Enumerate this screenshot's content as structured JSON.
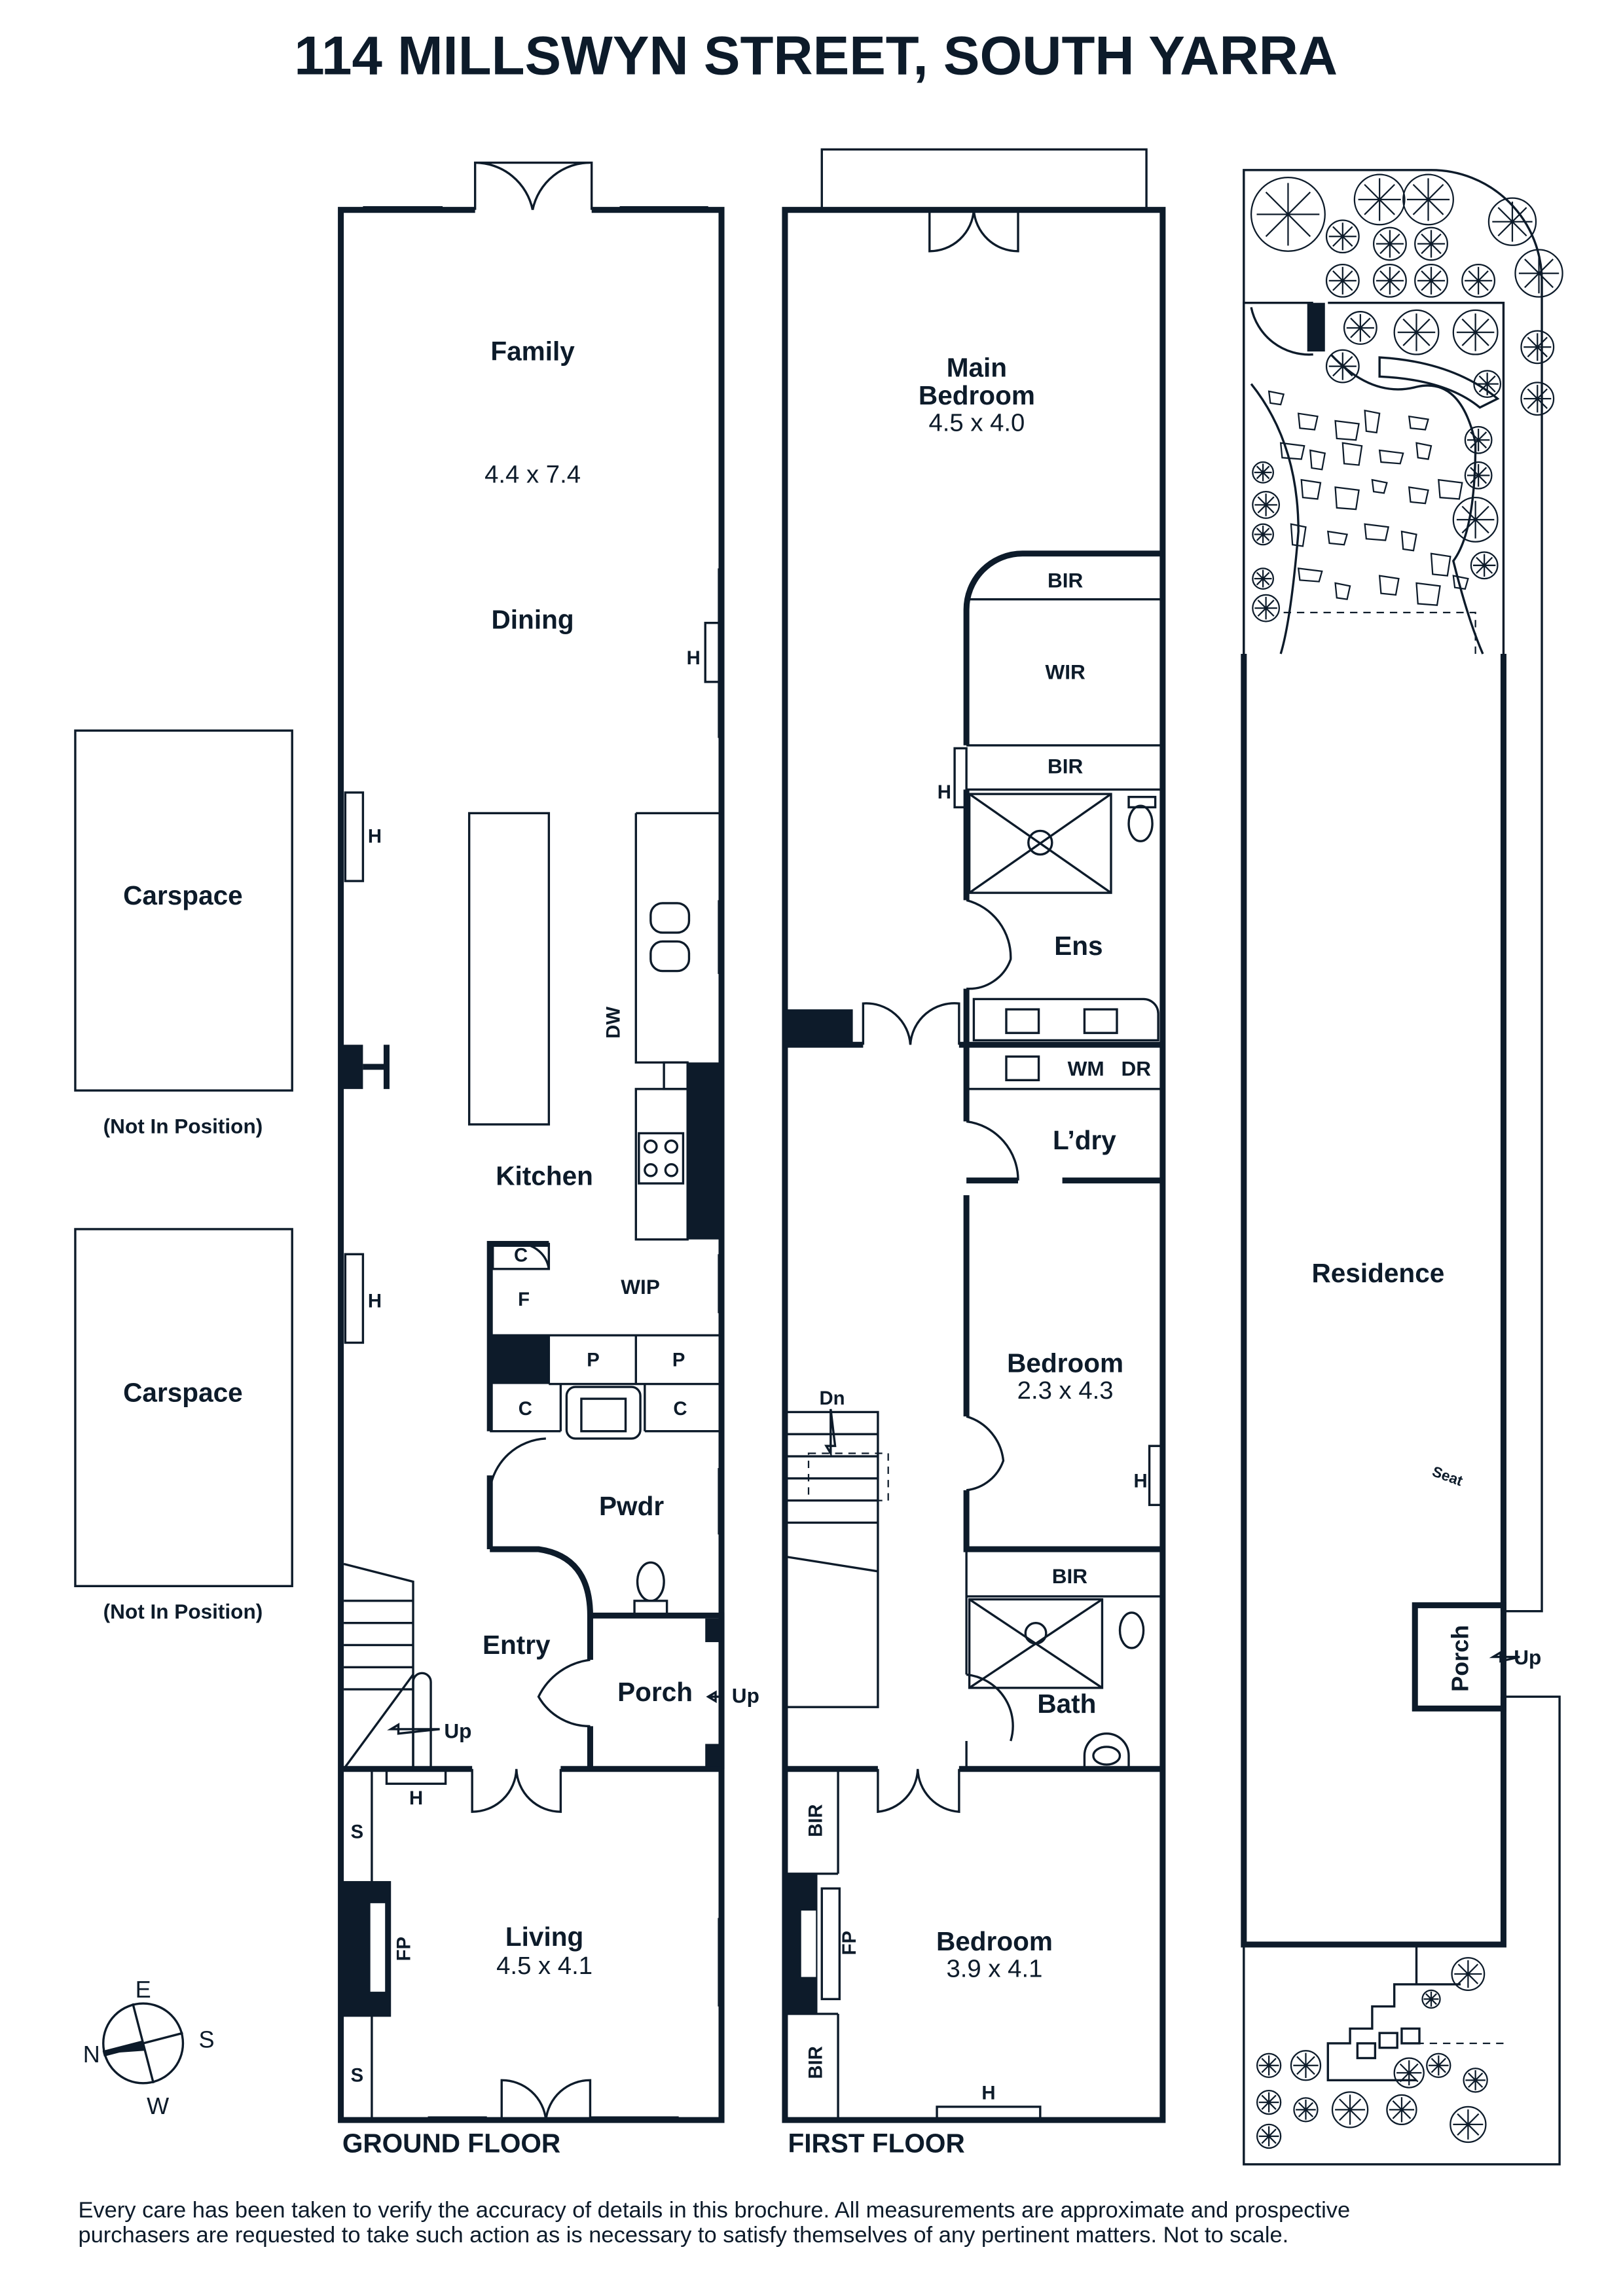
{
  "title": "114 MILLSWYN STREET, SOUTH YARRA",
  "floors": {
    "ground": "GROUND FLOOR",
    "first": "FIRST FLOOR"
  },
  "ground": {
    "family": "Family",
    "family_size": "4.4 x 7.4",
    "dining": "Dining",
    "kitchen": "Kitchen",
    "wip": "WIP",
    "pwdr": "Pwdr",
    "entry": "Entry",
    "porch": "Porch",
    "up": "Up",
    "stairs_up": "Up",
    "living": "Living",
    "living_size": "4.5 x 4.1",
    "dw": "DW",
    "c": "C",
    "f": "F",
    "p": "P",
    "h": "H",
    "s": "S",
    "fp": "FP"
  },
  "first": {
    "main_bedroom_1": "Main",
    "main_bedroom_2": "Bedroom",
    "main_size": "4.5 x 4.0",
    "bir": "BIR",
    "wir": "WIR",
    "ens": "Ens",
    "wm": "WM",
    "dr": "DR",
    "laundry": "L’dry",
    "bedroom": "Bedroom",
    "bedroom2_size": "2.3 x 4.3",
    "bath": "Bath",
    "dn": "Dn",
    "bedroom3_size": "3.9 x 4.1",
    "h": "H",
    "fp": "FP"
  },
  "site": {
    "residence": "Residence",
    "porch": "Porch",
    "up": "Up",
    "seat": "Seat"
  },
  "carspace": {
    "label": "Carspace",
    "note": "(Not In Position)"
  },
  "compass": {
    "n": "N",
    "e": "E",
    "s": "S",
    "w": "W"
  },
  "disclaimer": {
    "line1": "Every care has been taken to verify the accuracy of details in this brochure. All measurements are approximate and prospective",
    "line2": "purchasers are requested to take such action as is necessary to satisfy themselves of any pertinent matters. Not to scale."
  }
}
